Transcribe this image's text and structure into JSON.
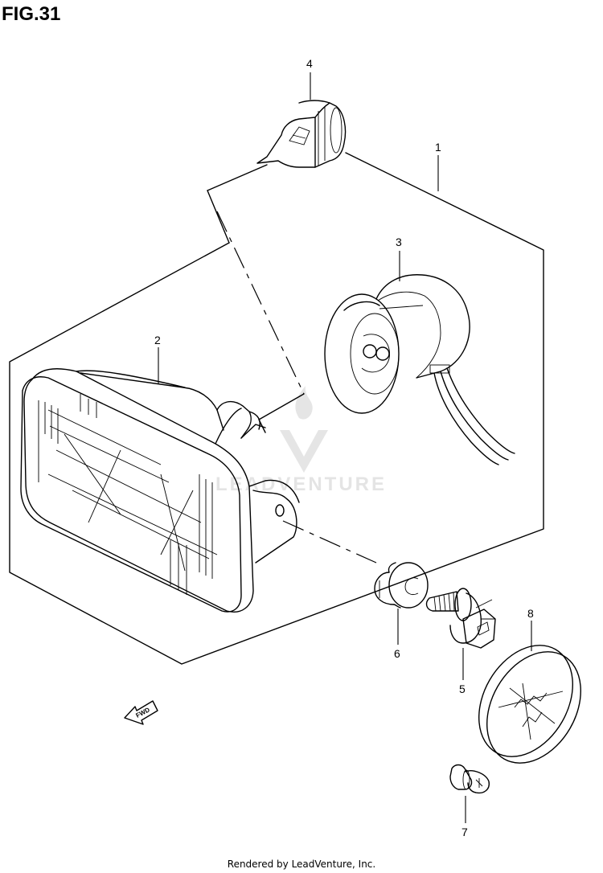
{
  "figure": {
    "title": "FIG.31",
    "footer": "Rendered by LeadVenture, Inc.",
    "watermark_text": "LEADVENTURE",
    "fwd_label": "FWD"
  },
  "parts": [
    {
      "callout": "1",
      "name": "headlamp-assembly"
    },
    {
      "callout": "2",
      "name": "headlamp-unit"
    },
    {
      "callout": "3",
      "name": "bulb-socket"
    },
    {
      "callout": "4",
      "name": "bulb"
    },
    {
      "callout": "5",
      "name": "bolt"
    },
    {
      "callout": "6",
      "name": "grommet"
    },
    {
      "callout": "7",
      "name": "screw"
    },
    {
      "callout": "8",
      "name": "reflector-cover"
    }
  ]
}
